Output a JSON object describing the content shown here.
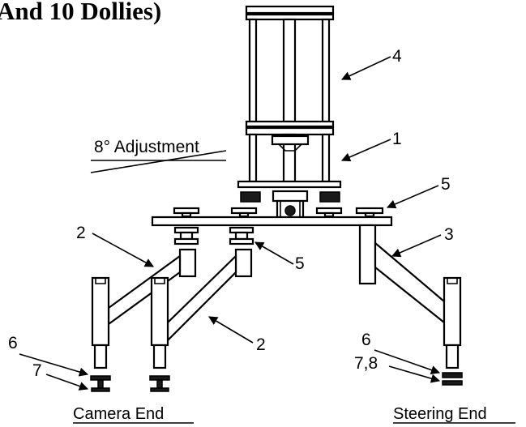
{
  "title": "And 10 Dollies)",
  "adjustment_label": "8° Adjustment",
  "callouts": {
    "c4": "4",
    "c1": "1",
    "c5_top": "5",
    "c2_top": "2",
    "c3": "3",
    "c5_mid": "5",
    "c2_bottom": "2",
    "c6_left": "6",
    "c7": "7",
    "c6_right": "6",
    "c78": "7,8"
  },
  "end_labels": {
    "camera": "Camera End",
    "steering": "Steering End"
  },
  "colors": {
    "line": "#000000",
    "background": "#ffffff"
  }
}
